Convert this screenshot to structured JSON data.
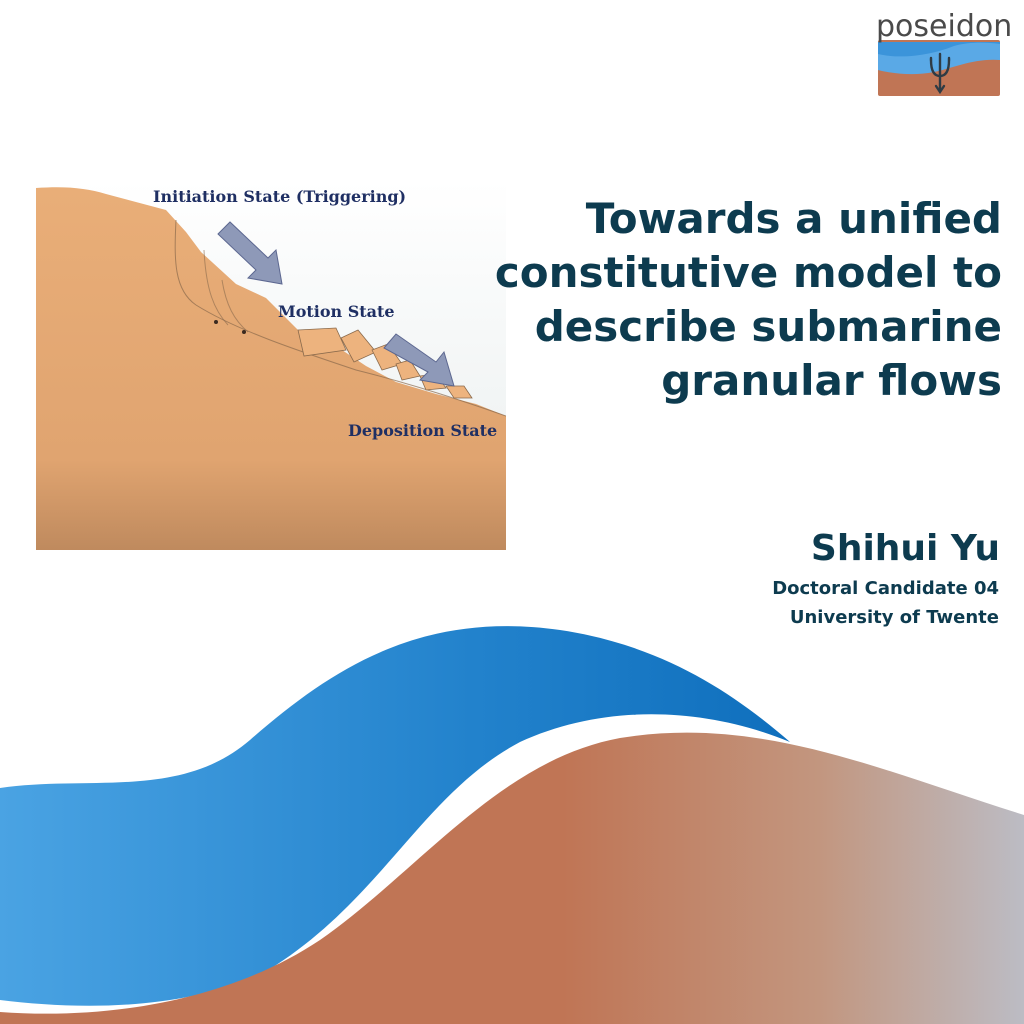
{
  "logo": {
    "text": "poseidon"
  },
  "figure": {
    "labels": {
      "initiation": "Initiation State (Triggering)",
      "motion": "Motion State",
      "deposition": "Deposition State"
    },
    "colors": {
      "sediment": "#e9ae78",
      "sediment_dark": "#c99063",
      "arrow": "#8e99b8",
      "water": "#f3f5f5"
    }
  },
  "title": {
    "line1": "Towards a unified",
    "line2": "constitutive model to",
    "line3": "describe submarine",
    "line4": "granular flows"
  },
  "author": {
    "name": "Shihui Yu",
    "role": "Doctoral Candidate 04",
    "affiliation": "University of Twente"
  },
  "colors": {
    "title_text": "#0d3b4f",
    "wave_blue": "#2a86d0",
    "wave_terracotta": "#c07555",
    "wave_grey": "#bdbcc3"
  }
}
